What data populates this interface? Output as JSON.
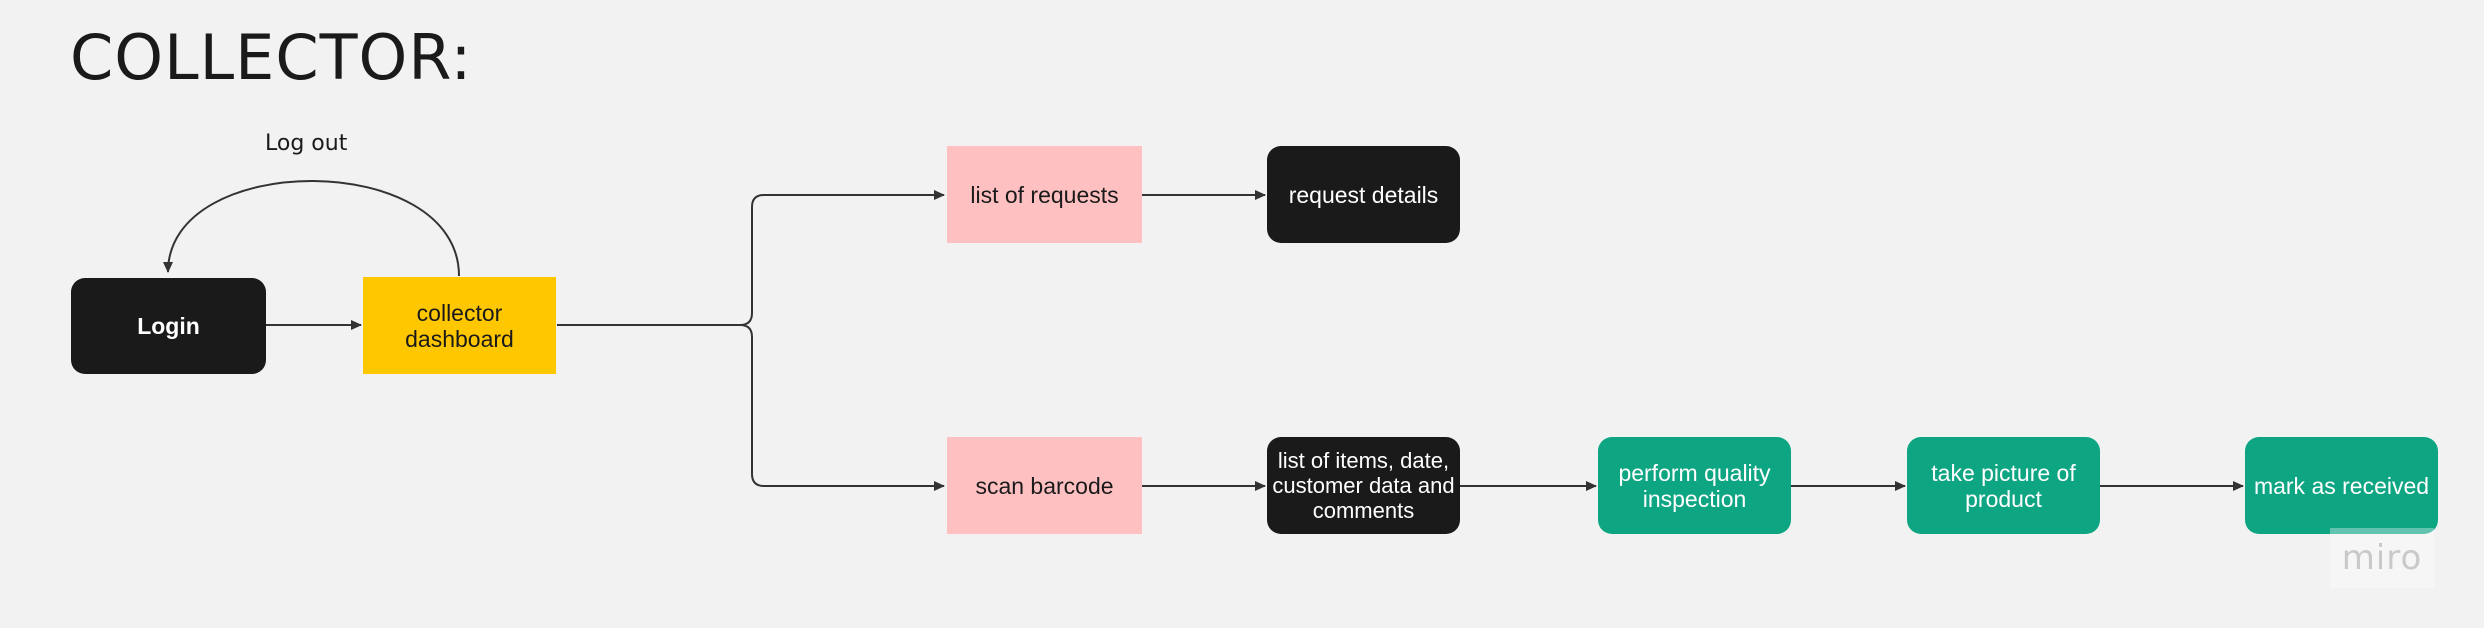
{
  "title": "COLLECTOR:",
  "edge_label": "Log out",
  "nodes": {
    "login": "Login",
    "dashboard": "collector dashboard",
    "list_requests": "list of requests",
    "request_details": "request details",
    "scan_barcode": "scan barcode",
    "items_list": "list of items, date, customer data and comments",
    "quality": "perform quality inspection",
    "picture": "take picture of product",
    "received": "mark as received"
  },
  "watermark": "miro",
  "colors": {
    "background": "#f2f2f2",
    "dark_node": "#1a1a1a",
    "dashboard": "#ffc700",
    "pink_node": "#ffc0c2",
    "green_node": "#0ea583",
    "edge": "#333333"
  }
}
